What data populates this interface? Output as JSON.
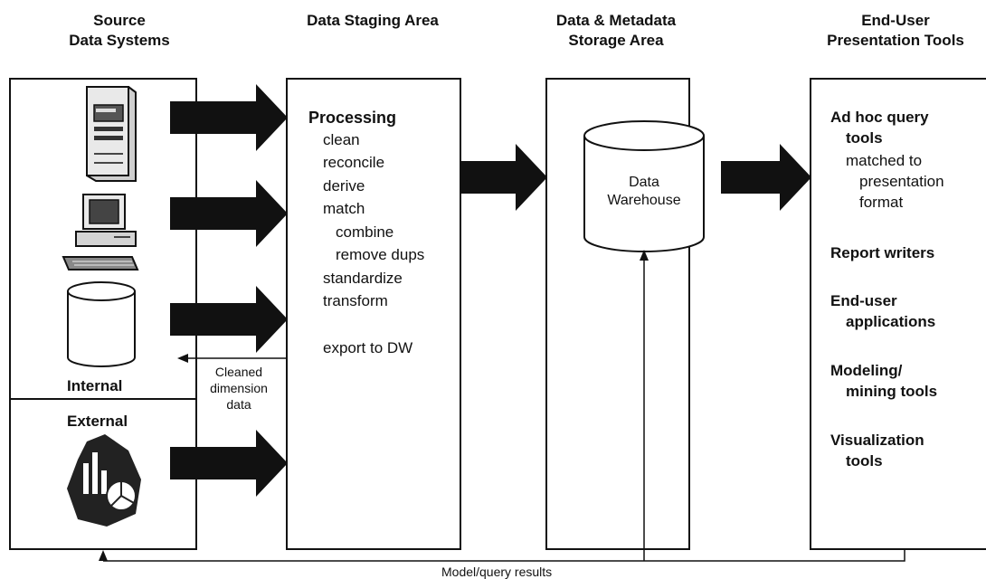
{
  "headers": {
    "source": [
      "Source",
      "Data Systems"
    ],
    "staging": [
      "Data Staging Area"
    ],
    "storage": [
      "Data & Metadata",
      "Storage Area"
    ],
    "presentation": [
      "End-User",
      "Presentation Tools"
    ]
  },
  "source": {
    "internal_label": "Internal",
    "external_label": "External",
    "icons": [
      "server-icon",
      "desktop-computer-icon",
      "database-cylinder-icon",
      "charts-icon"
    ]
  },
  "staging": {
    "title": "Processing",
    "steps": [
      "clean",
      "reconcile",
      "derive",
      "match",
      "combine",
      "remove dups",
      "standardize",
      "transform"
    ],
    "export": "export to DW"
  },
  "storage": {
    "warehouse": [
      "Data",
      "Warehouse"
    ]
  },
  "presentation": {
    "adhoc": [
      "Ad hoc query",
      "tools"
    ],
    "adhoc_sub": [
      "matched to",
      "presentation",
      "format"
    ],
    "report": "Report writers",
    "enduser": [
      "End-user",
      "applications"
    ],
    "modeling": [
      "Modeling/",
      "mining tools"
    ],
    "visualization": [
      "Visualization",
      "tools"
    ]
  },
  "feedback": {
    "cleaned": [
      "Cleaned",
      "dimension",
      "data"
    ],
    "model_query": "Model/query results"
  }
}
